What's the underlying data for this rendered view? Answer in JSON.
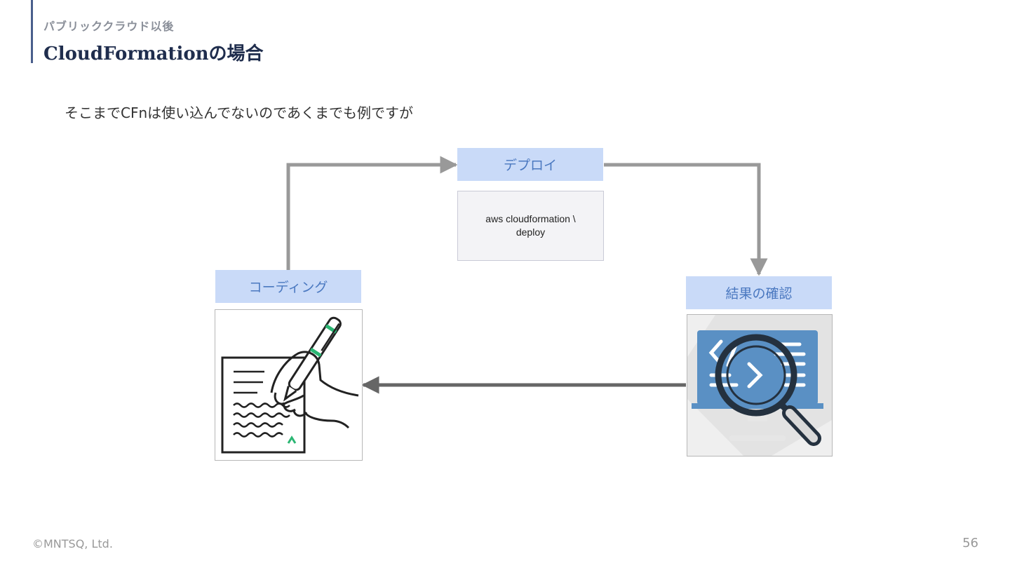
{
  "header": {
    "section_label": "パブリッククラウド以後",
    "title": "CloudFormationの場合"
  },
  "lead_text": "そこまでCFnは使い込んでないのであくまでも例ですが",
  "stages": {
    "deploy": {
      "label": "デプロイ",
      "command": "aws cloudformation \\\ndeploy"
    },
    "coding": {
      "label": "コーディング",
      "illustration": "hand-writing-document-icon"
    },
    "result": {
      "label": "結果の確認",
      "illustration": "code-inspection-magnifier-icon"
    }
  },
  "colors": {
    "label_fill": "#c9daf8",
    "label_text": "#4a78c0",
    "arrow": "#999999",
    "arrow_dark": "#666666",
    "title": "#1f2d4d",
    "accent_bar": "#4a5f8c"
  },
  "footer": {
    "copyright": "©MNTSQ, Ltd.",
    "page_number": "56"
  }
}
